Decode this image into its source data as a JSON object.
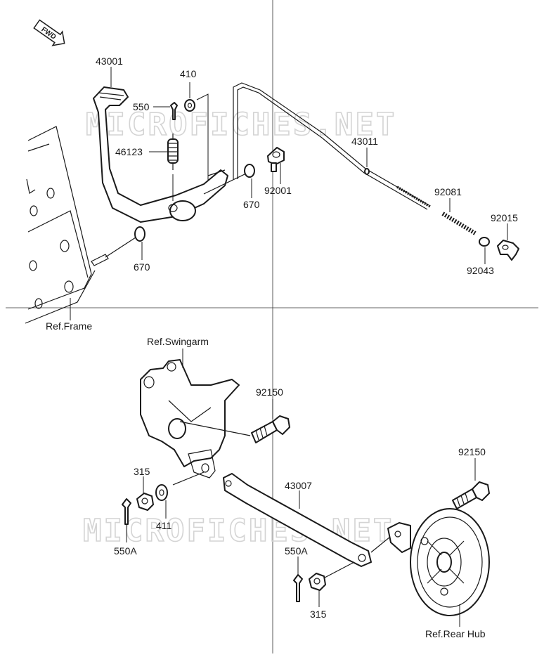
{
  "watermark": "MICROFICHES.NET",
  "direction_badge": {
    "text": "FWD",
    "icon": "forward-arrow-icon"
  },
  "labels": {
    "p43001": "43001",
    "p410": "410",
    "p550": "550",
    "p46123": "46123",
    "p670a": "670",
    "p670b": "670",
    "p92001": "92001",
    "p43011": "43011",
    "p92081": "92081",
    "p92015": "92015",
    "p92043": "92043",
    "ref_frame": "Ref.Frame",
    "ref_swingarm": "Ref.Swingarm",
    "p92150a": "92150",
    "p92150b": "92150",
    "p315a": "315",
    "p411": "411",
    "p550a_left": "550A",
    "p43007": "43007",
    "p550a_right": "550A",
    "p315b": "315",
    "ref_rear_hub": "Ref.Rear Hub"
  }
}
